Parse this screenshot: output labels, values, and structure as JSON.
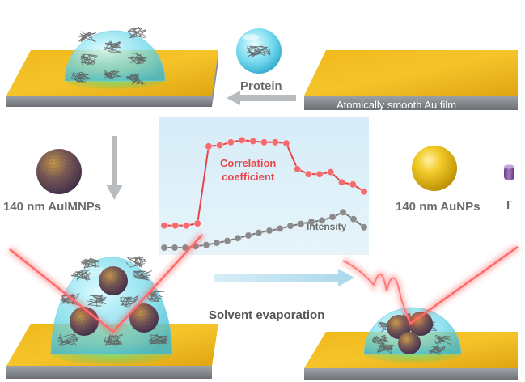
{
  "labels": {
    "protein": "Protein",
    "au_film": "Atomically smooth Au film",
    "aulmnps": "140 nm AuIMNPs",
    "aunps": "140 nm AuNPs",
    "iodide": "I",
    "iodide_charge": "-",
    "solvent": "Solvent evaporation"
  },
  "chart_data": {
    "type": "line",
    "series": [
      {
        "name_line1": "Correlation",
        "name_line2": "coefficient",
        "color": "#e8454a",
        "values": [
          0.05,
          0.05,
          0.05,
          0.07,
          0.82,
          0.83,
          0.86,
          0.88,
          0.87,
          0.86,
          0.86,
          0.85,
          0.6,
          0.55,
          0.55,
          0.57,
          0.47,
          0.45,
          0.38
        ]
      },
      {
        "name": "Intensity",
        "color": "#808080",
        "values": [
          0.0,
          0.0,
          0.0,
          0.02,
          0.04,
          0.07,
          0.1,
          0.14,
          0.18,
          0.22,
          0.25,
          0.28,
          0.32,
          0.35,
          0.38,
          0.4,
          0.45,
          0.52,
          0.42,
          0.3
        ]
      }
    ],
    "ylim": [
      0,
      1
    ]
  }
}
